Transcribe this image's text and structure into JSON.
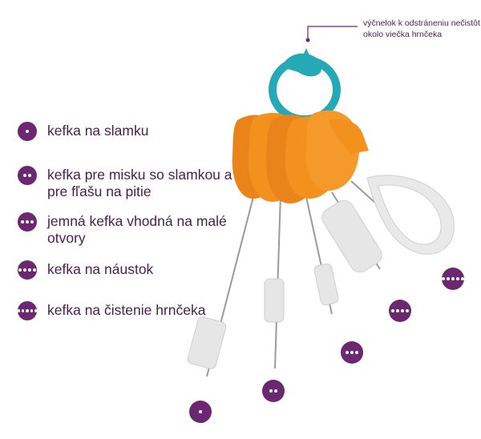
{
  "colors": {
    "accent": "#6b2770",
    "text": "#4a1d52",
    "orange": "#f3911f",
    "teal": "#25a9b7",
    "wire": "#9a9a9a",
    "bristle": "#dcdcdc"
  },
  "callout": {
    "text": "výčnelok k odstráneniu nečistôt okolo viečka hrnčeka"
  },
  "legend": [
    {
      "dots": 1,
      "label": "kefka na slamku"
    },
    {
      "dots": 2,
      "label": "kefka pre misku so slamkou a pre fľašu na pitie"
    },
    {
      "dots": 3,
      "label": "jemná kefka vhodná na malé otvory"
    },
    {
      "dots": 4,
      "label": "kefka na náustok"
    },
    {
      "dots": 5,
      "label": "kefka na čistenie hrnčeka"
    }
  ]
}
